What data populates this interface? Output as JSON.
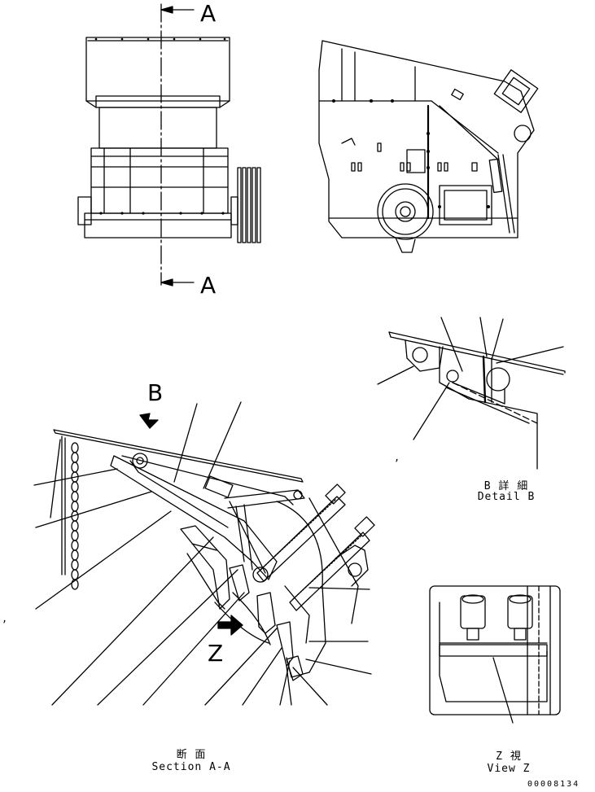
{
  "section_marker_top": "A",
  "section_marker_bottom": "A",
  "detail_marker": "B",
  "view_marker": "Z",
  "captions": {
    "section_jp": "断 面",
    "section_en": "Section A-A",
    "detail_jp": "B 詳 細",
    "detail_en": "Detail B",
    "view_jp": "Z 視",
    "view_en": "View Z"
  },
  "drawing_number": "00008134",
  "line_color": "#000000"
}
